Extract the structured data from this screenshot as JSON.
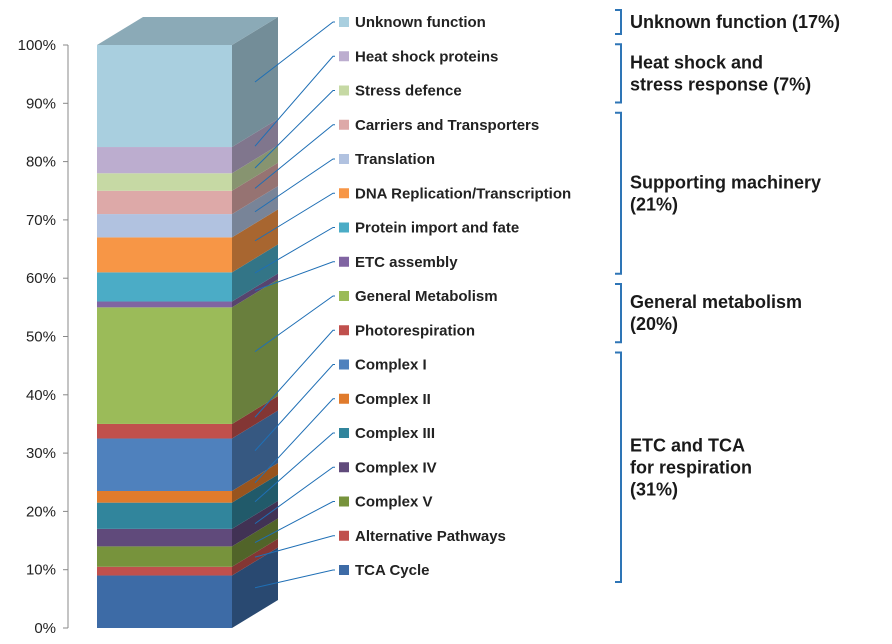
{
  "chart_data": {
    "type": "bar",
    "stacked": true,
    "three_d": true,
    "ylim": [
      0,
      100
    ],
    "y_ticks": [
      "0%",
      "10%",
      "20%",
      "30%",
      "40%",
      "50%",
      "60%",
      "70%",
      "80%",
      "90%",
      "100%"
    ],
    "segments": [
      {
        "name": "TCA Cycle",
        "value": 9.0,
        "color": "#3D6BA6"
      },
      {
        "name": "Alternative Pathways",
        "value": 1.5,
        "color": "#C0504D"
      },
      {
        "name": "Complex V",
        "value": 3.5,
        "color": "#77933C"
      },
      {
        "name": "Complex IV",
        "value": 3.0,
        "color": "#604A7B"
      },
      {
        "name": "Complex III",
        "value": 4.5,
        "color": "#31859C"
      },
      {
        "name": "Complex II",
        "value": 2.0,
        "color": "#E07B2C"
      },
      {
        "name": "Complex I",
        "value": 9.0,
        "color": "#4F81BD"
      },
      {
        "name": "Photorespiration",
        "value": 2.5,
        "color": "#C0504D"
      },
      {
        "name": "General Metabolism",
        "value": 20.0,
        "color": "#9BBB59"
      },
      {
        "name": "ETC assembly",
        "value": 1.0,
        "color": "#8064A2"
      },
      {
        "name": "Protein import and fate",
        "value": 5.0,
        "color": "#4BACC6"
      },
      {
        "name": "DNA Replication/Transcription",
        "value": 6.0,
        "color": "#F79646"
      },
      {
        "name": "Translation",
        "value": 4.0,
        "color": "#B1C2E0"
      },
      {
        "name": "Carriers and Transporters",
        "value": 4.0,
        "color": "#DDA9A8"
      },
      {
        "name": "Stress defence",
        "value": 3.0,
        "color": "#C6D9A4"
      },
      {
        "name": "Heat shock proteins",
        "value": 4.5,
        "color": "#BCADCF"
      },
      {
        "name": "Unknown function",
        "value": 17.5,
        "color": "#A9CFDF"
      }
    ],
    "groups": [
      {
        "lines": [
          "Unknown function (17%)"
        ],
        "from": "Unknown function",
        "to": "Unknown function"
      },
      {
        "lines": [
          "Heat shock and",
          "stress response (7%)"
        ],
        "from": "Stress defence",
        "to": "Heat shock proteins"
      },
      {
        "lines": [
          "Supporting machinery",
          "(21%)"
        ],
        "from": "ETC assembly",
        "to": "Carriers and Transporters"
      },
      {
        "lines": [
          "General metabolism",
          "(20%)"
        ],
        "from": "Photorespiration",
        "to": "General Metabolism"
      },
      {
        "lines": [
          "ETC and TCA",
          "for respiration",
          "(31%)"
        ],
        "from": "TCA Cycle",
        "to": "Complex I"
      }
    ],
    "bracket_color": "#2E75B6"
  }
}
